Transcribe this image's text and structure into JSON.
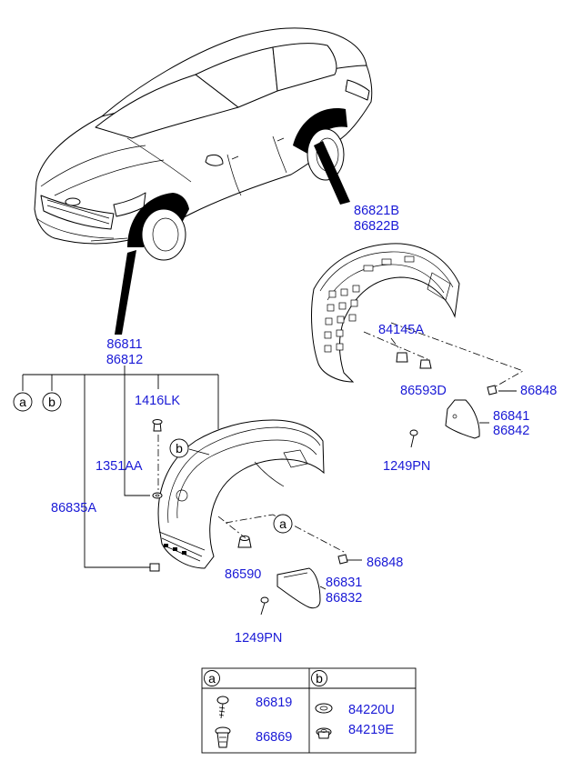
{
  "part_numbers": {
    "front_liner": [
      "86811",
      "86812"
    ],
    "rear_liner": [
      "86821B",
      "86822B"
    ],
    "front_cover": [
      "86831",
      "86832"
    ],
    "rear_cover": [
      "86841",
      "86842"
    ],
    "grommet_left": "1416LK",
    "nut_left": "1351AA",
    "bracket_left": "86835A",
    "nut_front": "86590",
    "clip_front": "86848",
    "screw_front": "1249PN",
    "nut_rear": "84145A",
    "bolt_rear": "86593D",
    "clip_rear": "86848",
    "screw_rear": "1249PN"
  },
  "callouts": {
    "a": "a",
    "b": "b"
  },
  "legend": {
    "a_header": "a",
    "b_header": "b",
    "a_items": [
      "86819",
      "86869"
    ],
    "b_items": [
      "84220U",
      "84219E"
    ]
  }
}
